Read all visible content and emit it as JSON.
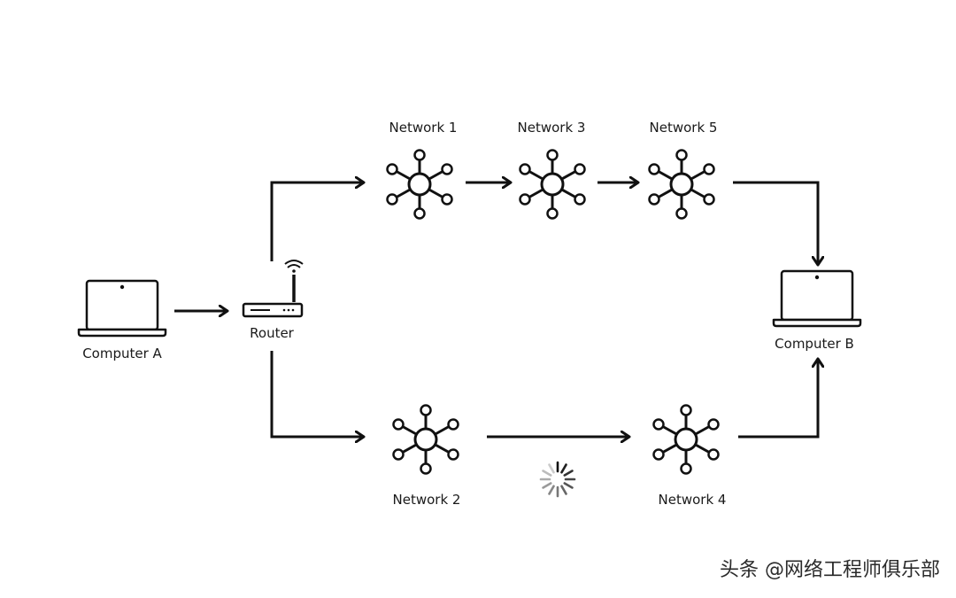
{
  "nodes": {
    "computer_a": "Computer A",
    "router": "Router",
    "network_1": "Network 1",
    "network_2": "Network 2",
    "network_3": "Network 3",
    "network_4": "Network 4",
    "network_5": "Network 5",
    "computer_b": "Computer B"
  },
  "watermark": "头条 @网络工程师俱乐部",
  "icons": {
    "computer": "laptop-icon",
    "router": "router-icon",
    "wifi": "wifi-icon",
    "network": "network-hub-icon",
    "loading": "loading-spinner-icon"
  },
  "colors": {
    "line": "#111111",
    "background": "#ffffff"
  }
}
